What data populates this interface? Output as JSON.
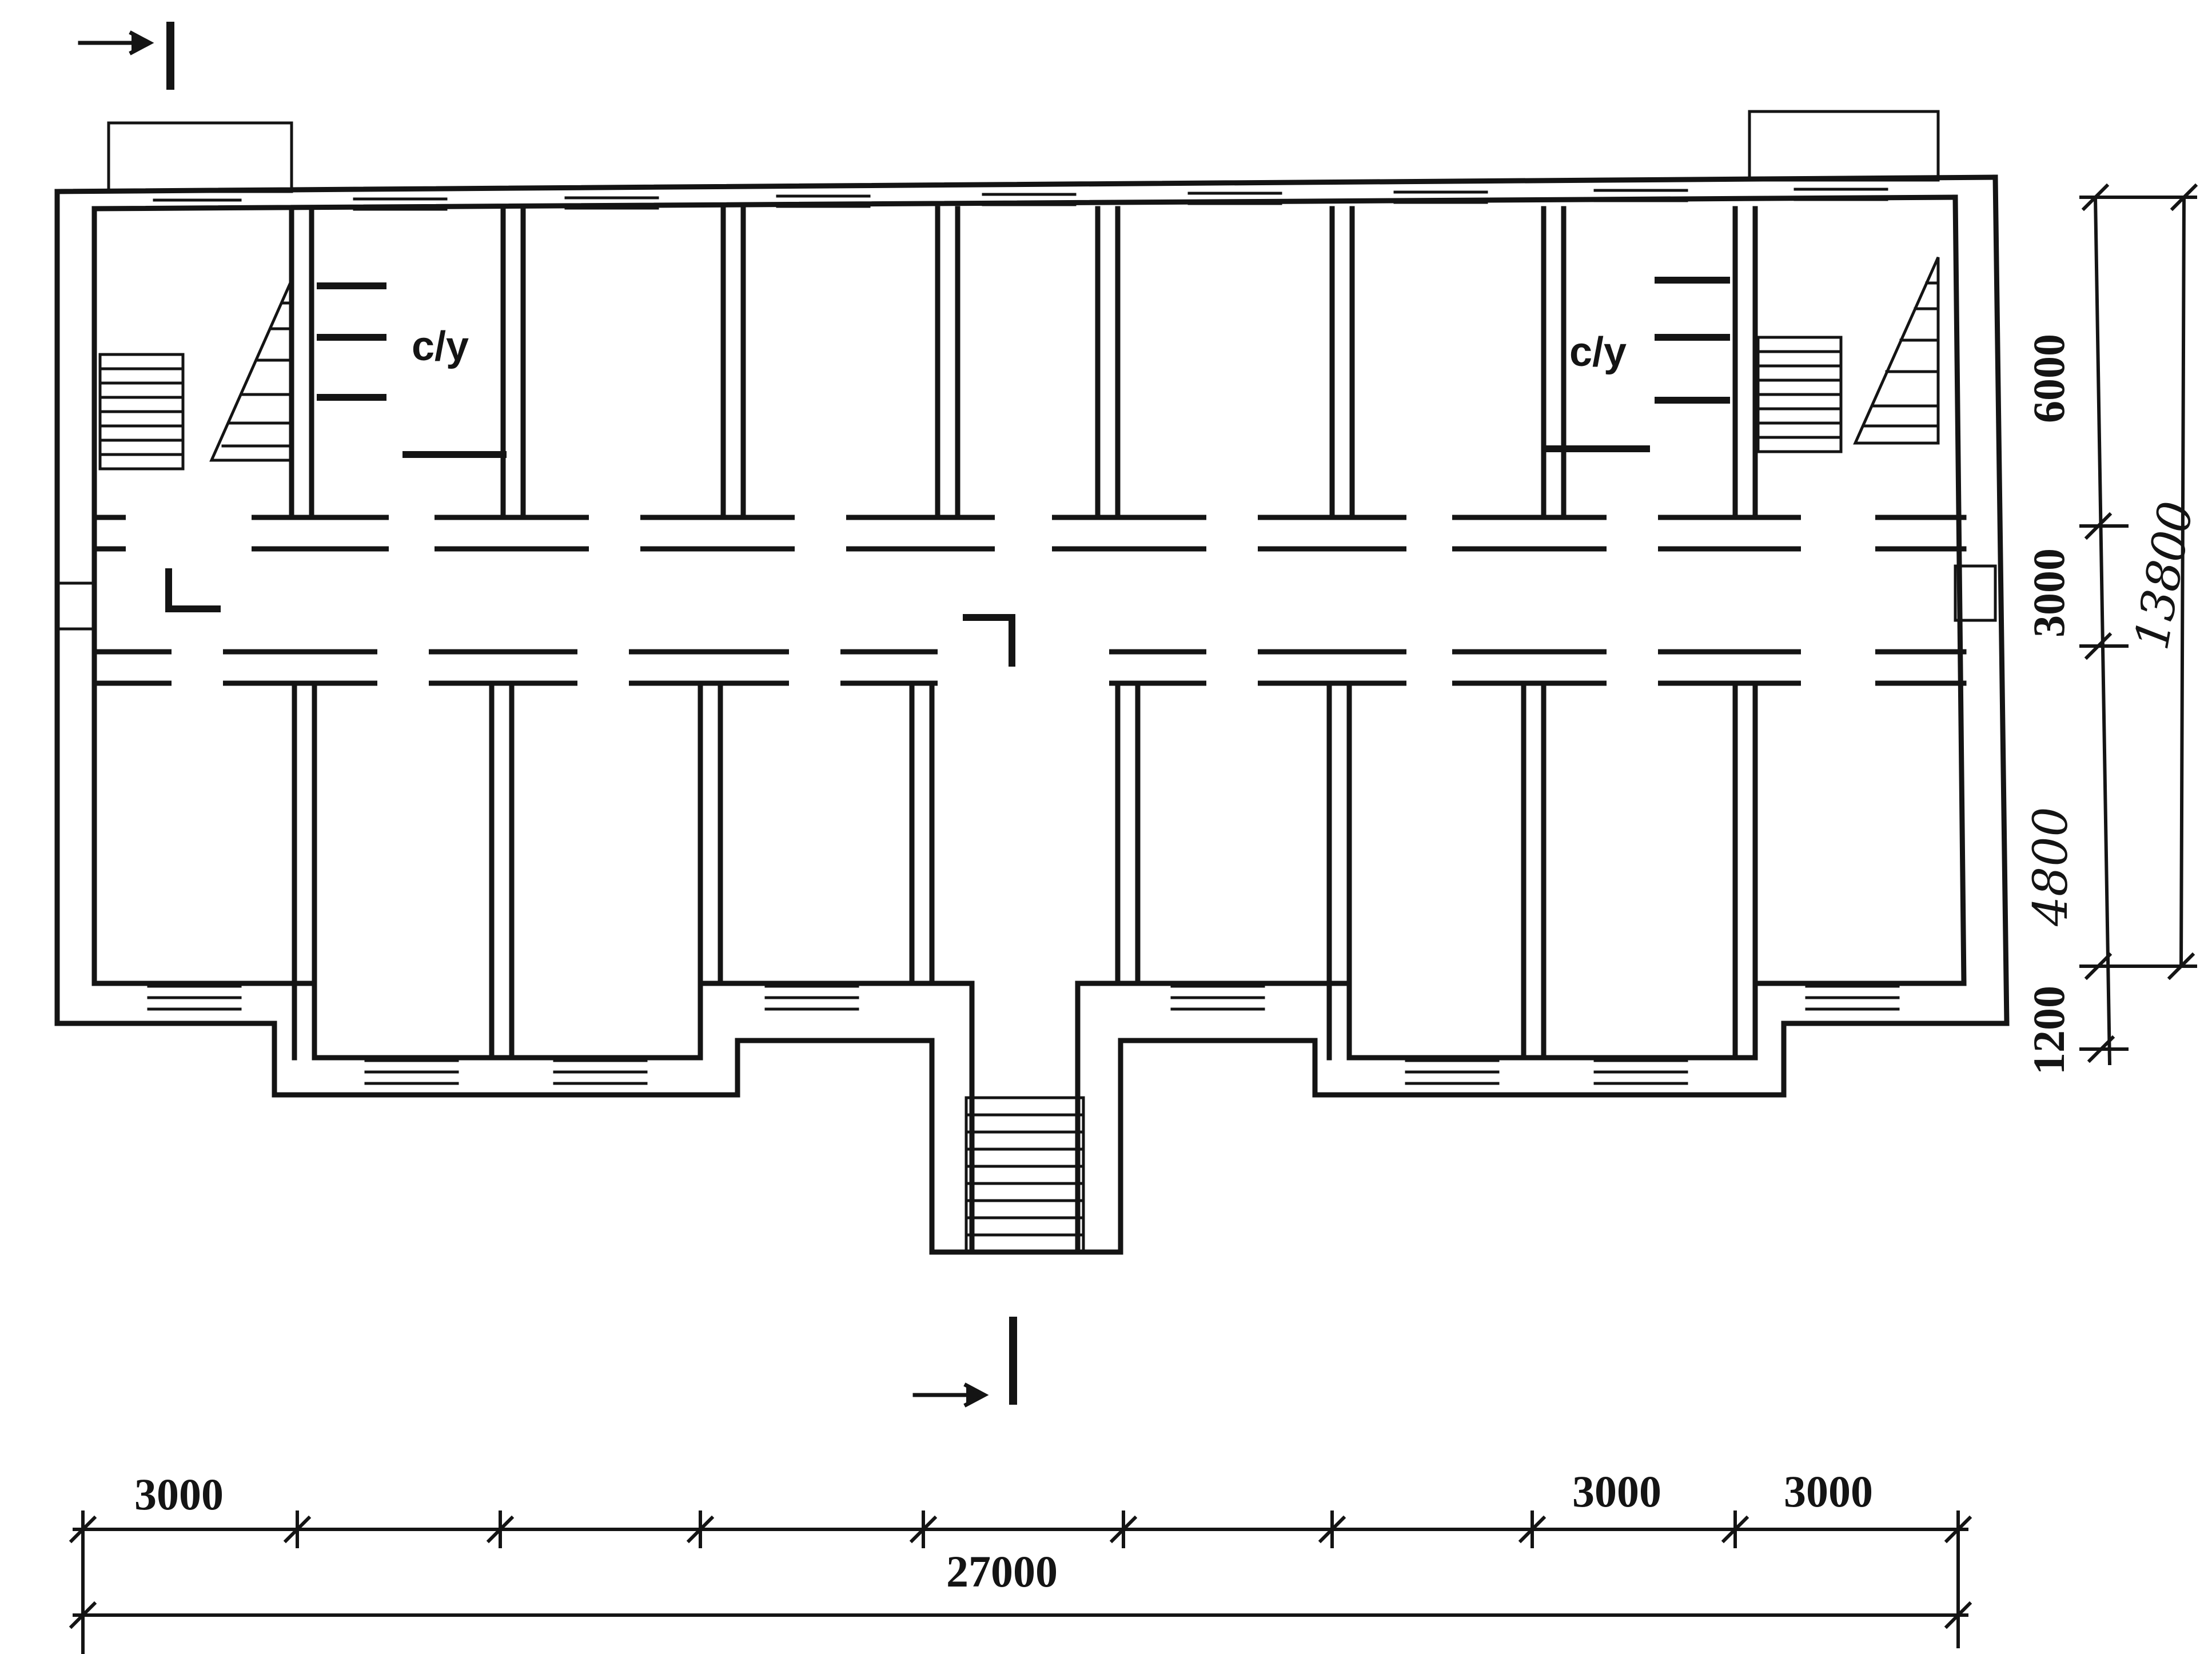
{
  "rooms": {
    "wc_left": "с/у",
    "wc_right": "с/у"
  },
  "dimensions": {
    "bottom": {
      "segment_left": "3000",
      "segment_right_1": "3000",
      "segment_right_2": "3000",
      "overall": "27000"
    },
    "right": {
      "north_rooms": "6000",
      "corridor": "3000",
      "south_rooms": "4800",
      "projection": "1200",
      "overall": "13800"
    }
  },
  "section_marks": {
    "top": "I",
    "bottom": "I"
  }
}
